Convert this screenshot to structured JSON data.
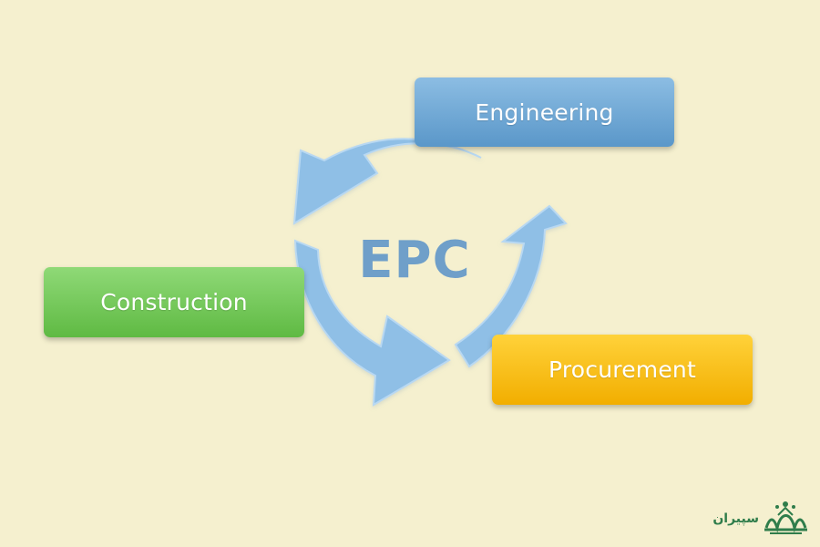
{
  "diagram": {
    "center_label": "EPC",
    "stages": {
      "engineering": "Engineering",
      "construction": "Construction",
      "procurement": "Procurement"
    },
    "colors": {
      "background": "#f5f0cf",
      "engineering": "#6fa6d6",
      "construction": "#6cc24f",
      "procurement": "#f8b90f",
      "cycle_arrows": "#8fbfe6",
      "center_text": "#6f9fc9"
    }
  },
  "logo": {
    "text": "سپیران"
  }
}
